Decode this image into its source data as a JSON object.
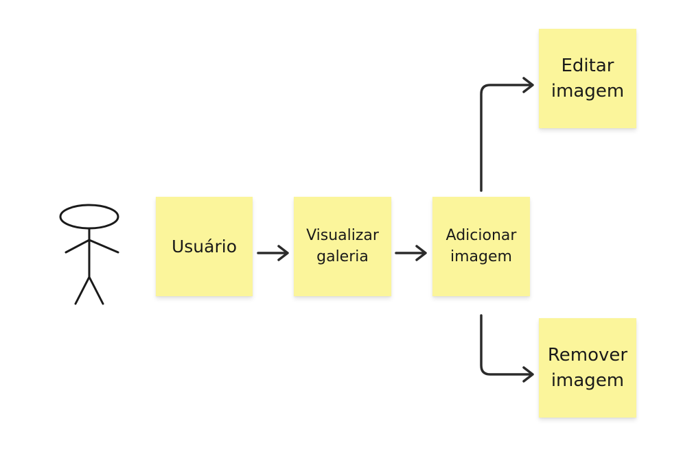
{
  "diagram": {
    "actor": {
      "icon": "stick-figure-icon"
    },
    "notes": {
      "usuario": "Usuário",
      "visualizar": "Visualizar\ngaleria",
      "adicionar": "Adicionar\nimagem",
      "editar": "Editar\nimagem",
      "remover": "Remover\nimagem"
    },
    "colors": {
      "sticky": "#fbf59b",
      "connector": "#2b2b2b"
    }
  }
}
